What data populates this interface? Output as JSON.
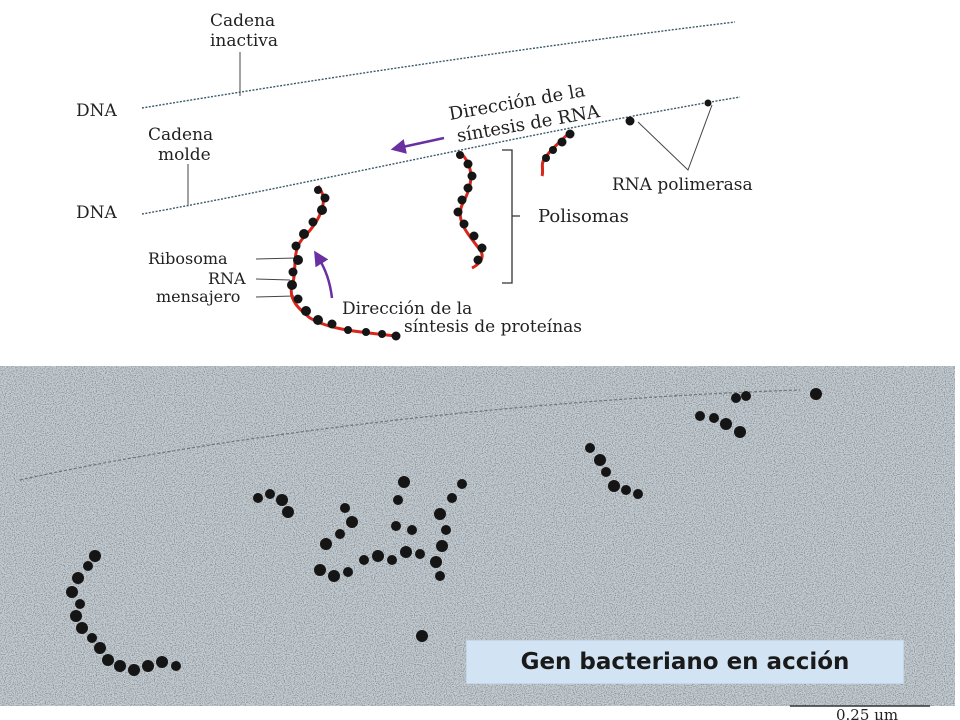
{
  "labels": {
    "cadena_inactiva_1": "Cadena",
    "cadena_inactiva_2": "inactiva",
    "dna_top": "DNA",
    "cadena_molde_1": "Cadena",
    "cadena_molde_2": "molde",
    "dna_bottom": "DNA",
    "rna_direction_1": "Dirección de la",
    "rna_direction_2": "síntesis de RNA",
    "rna_polimerasa": "RNA polimerasa",
    "polisomas": "Polisomas",
    "ribosoma": "Ribosoma",
    "rna": "RNA",
    "mensajero": "mensajero",
    "protein_direction_1": "Dirección de la",
    "protein_direction_2": "síntesis de proteínas",
    "scale_bar": "0.25 μm"
  },
  "caption": "Gen bacteriano en acción",
  "colors": {
    "mrna": "#d8261b",
    "arrow": "#6a2fa0",
    "dna": "#3a5a6a",
    "ribosome": "#151515",
    "micrograph_bg": "#c4cdd3",
    "caption_bg": "#d2e4f3"
  }
}
